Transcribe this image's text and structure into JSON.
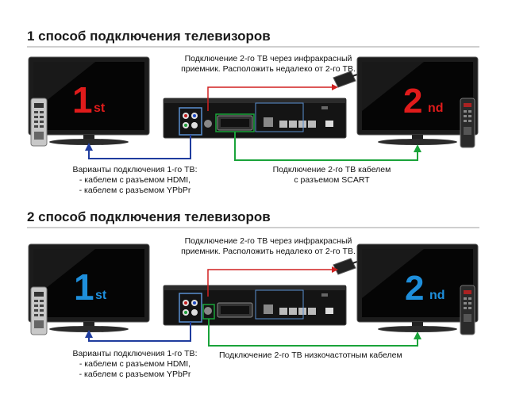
{
  "sections": [
    {
      "title": "1 способ подключения телевизоров",
      "ir_note": [
        "Подключение 2-го ТВ через инфракрасный",
        "приемник. Расположить недалеко от 2-го ТВ."
      ],
      "tv1_label": {
        "big": "1",
        "small": "st",
        "color": "#e01b1b"
      },
      "tv2_label": {
        "big": "2",
        "small": "nd",
        "color": "#e01b1b"
      },
      "tv1_options": [
        "Варианты подключения 1-го ТВ:",
        "- кабелем с разъемом HDMI,",
        "- кабелем с разъемом YPbPr"
      ],
      "tv2_connection": [
        "Подключение 2-го ТВ кабелем",
        "с разъемом SCART"
      ]
    },
    {
      "title": "2 способ подключения телевизоров",
      "ir_note": [
        "Подключение 2-го ТВ через инфракрасный",
        "приемник. Расположить недалеко от 2-го ТВ."
      ],
      "tv1_label": {
        "big": "1",
        "small": "st",
        "color": "#1e8fdc"
      },
      "tv2_label": {
        "big": "2",
        "small": "nd",
        "color": "#1e8fdc"
      },
      "tv1_options": [
        "Варианты подключения 1-го ТВ:",
        "- кабелем с разъемом HDMI,",
        "- кабелем с разъемом YPbPr"
      ],
      "tv2_connection": [
        "Подключение 2-го ТВ низкочастотным кабелем"
      ]
    }
  ],
  "colors": {
    "tv1_line": "#1f3c9e",
    "tv2_line": "#1aa33a",
    "ir_line": "#d02020",
    "highlight": "#5a8fd0"
  }
}
